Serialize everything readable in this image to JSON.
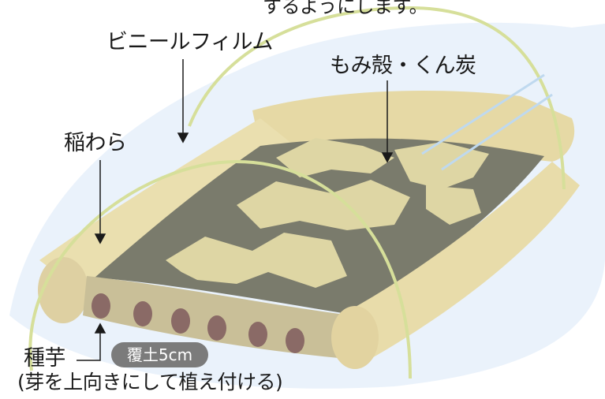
{
  "top_text": "するようにします。",
  "labels": {
    "vinyl_film": "ビニールフィルム",
    "husk_charcoal": "もみ殻・くん炭",
    "rice_straw": "稲わら",
    "seed_potato": "種芋",
    "seed_potato_note": "(芽を上向きにして植え付ける)",
    "soil_cover": "覆土5cm"
  },
  "colors": {
    "film": "#e3eef9",
    "straw": "#e8dcaa",
    "soil": "#77786a",
    "husk": "#ded6a3",
    "potato": "#8a6a66",
    "badge": "#7b7b7b"
  }
}
